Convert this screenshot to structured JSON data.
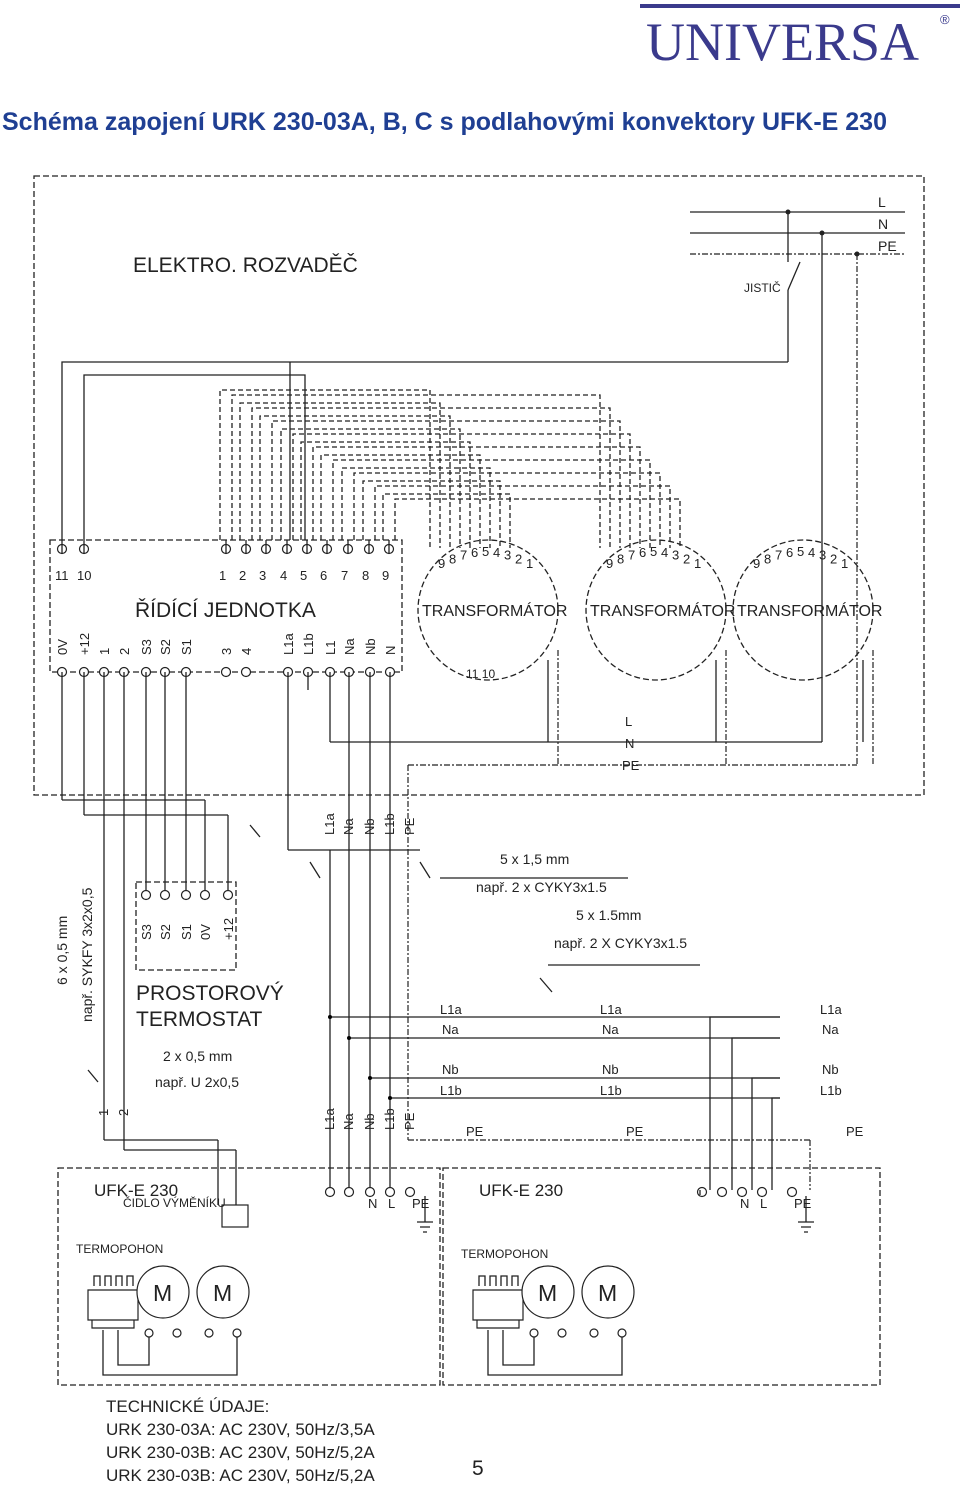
{
  "brand": {
    "name": "UNIVERSA",
    "reg": "®",
    "color": "#3a3a8c"
  },
  "title": "Schéma zapojení URK 230-03A, B, C s podlahovými konvektory UFK-E 230",
  "panel": {
    "label": "ELEKTRO. ROZVADĚČ",
    "breaker": "JISTIČ",
    "mains": [
      "L",
      "N",
      "PE"
    ],
    "bus": [
      "L",
      "N",
      "PE"
    ]
  },
  "control_unit": {
    "label": "ŘÍDÍCÍ JEDNOTKA",
    "top_terminals": [
      "11",
      "10",
      "1",
      "2",
      "3",
      "4",
      "5",
      "6",
      "7",
      "8",
      "9"
    ],
    "bottom_terminals": [
      "0V",
      "+12",
      "1",
      "2",
      "S3",
      "S2",
      "S1",
      "3",
      "4",
      "L1a",
      "L1b",
      "L1",
      "Na",
      "Nb",
      "N"
    ]
  },
  "transformers": [
    {
      "label": "TRANSFORMÁTOR",
      "pins": [
        "9",
        "8",
        "7",
        "6",
        "5",
        "4",
        "3",
        "2",
        "1"
      ],
      "extra": "11 10"
    },
    {
      "label": "TRANSFORMÁTOR",
      "pins": [
        "9",
        "8",
        "7",
        "6",
        "5",
        "4",
        "3",
        "2",
        "1"
      ]
    },
    {
      "label": "TRANSFORMÁTOR",
      "pins": [
        "9",
        "8",
        "7",
        "6",
        "5",
        "4",
        "3",
        "2",
        "1"
      ]
    }
  ],
  "cables": {
    "sensor_cable_1": "6 x 0,5 mm",
    "sensor_cable_2": "např. SYKFY 3x2x0,5",
    "thermostat_cable_1": "2 x 0,5 mm",
    "thermostat_cable_2": "např. U 2x0,5",
    "power_cable_1a": "5 x 1,5 mm",
    "power_cable_1b": "např. 2 x CYKY3x1.5",
    "power_cable_2a": "5 x 1.5mm",
    "power_cable_2b": "např. 2 X CYKY3x1.5"
  },
  "thermostat": {
    "label_1": "PROSTOROVÝ",
    "label_2": "TERMOSTAT",
    "terminals": [
      "S3",
      "S2",
      "S1",
      "0V",
      "+12"
    ]
  },
  "lines": {
    "power_out": [
      "L1a",
      "Na",
      "Nb",
      "L1b",
      "PE"
    ],
    "sensor_out": [
      "1",
      "2"
    ],
    "pair_top": [
      "L1a",
      "Na"
    ],
    "pair_bottom": [
      "Nb",
      "L1b"
    ],
    "pe": "PE",
    "convector_terms": [
      "N",
      "L",
      "PE"
    ]
  },
  "convectors": [
    {
      "label": "UFK-E 230",
      "sub": "ČIDLO VÝMĚNÍKU",
      "actuator": "TERMOPOHON",
      "motor": "M"
    },
    {
      "label": "UFK-E 230",
      "actuator": "TERMOPOHON",
      "motor": "M"
    }
  ],
  "tech": {
    "title": "TECHNICKÉ ÚDAJE:",
    "lines": [
      "URK 230-03A: AC 230V, 50Hz/3,5A",
      "URK 230-03B: AC 230V, 50Hz/5,2A",
      "URK 230-03B: AC 230V, 50Hz/5,2A"
    ]
  },
  "page_number": "5"
}
